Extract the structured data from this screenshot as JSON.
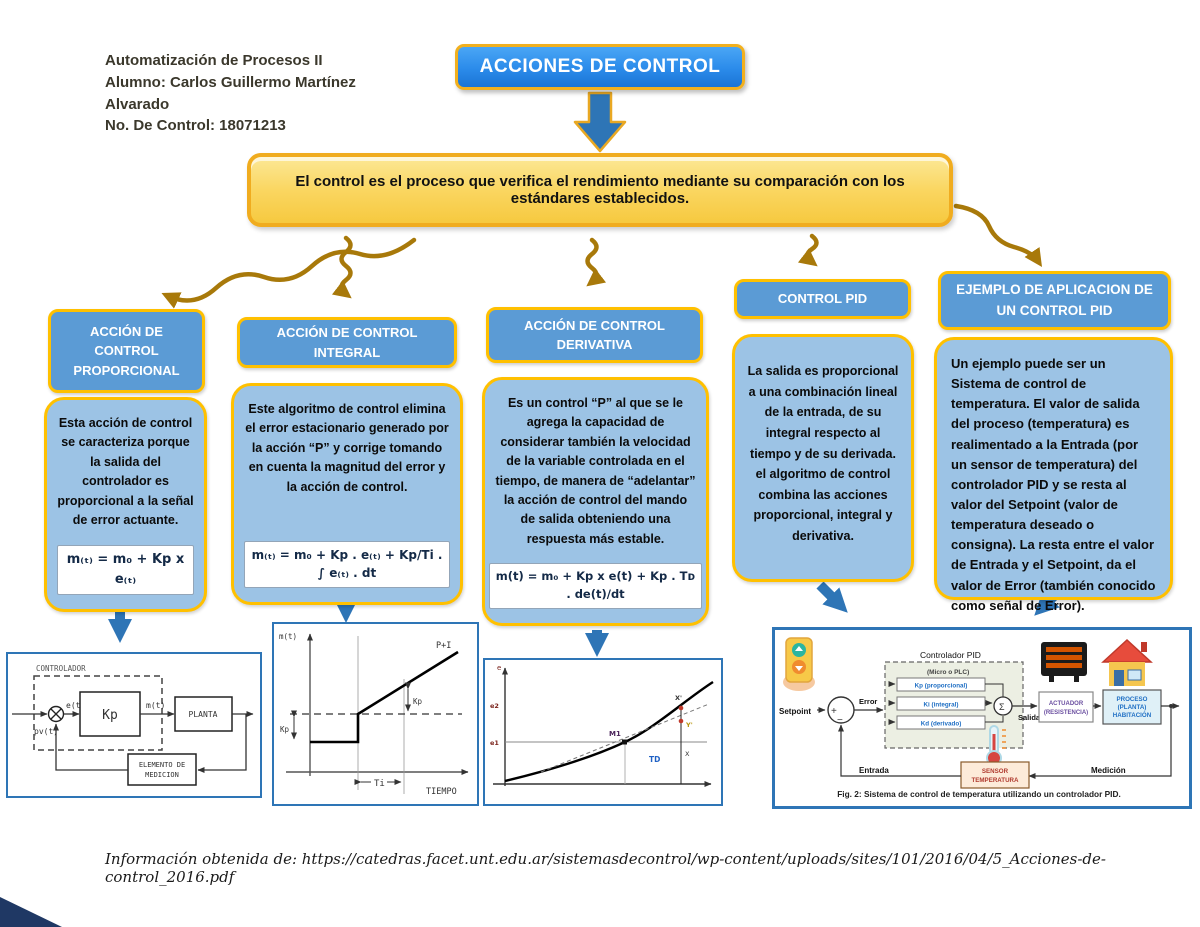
{
  "header": {
    "course": "Automatización de Procesos II",
    "student": "Alumno: Carlos Guillermo Martínez Alvarado",
    "control": "No. De Control: 18071213"
  },
  "title": "ACCIONES DE CONTROL",
  "definition": "El control es el proceso que verifica el rendimiento mediante su comparación con los estándares establecidos.",
  "branches": [
    {
      "title": "ACCIÓN DE CONTROL PROPORCIONAL",
      "body": "Esta acción de control se caracteriza porque la salida del controlador es proporcional a la señal de error actuante.",
      "formula": "m₍ₜ₎ = m₀ + Kp x e₍ₜ₎"
    },
    {
      "title": "ACCIÓN DE CONTROL INTEGRAL",
      "body": "Este algoritmo de control elimina el error estacionario generado por la acción “P” y corrige tomando en cuenta la magnitud del error y la acción de control.",
      "formula": "m₍ₜ₎ = m₀ + Kp . e₍ₜ₎ + Kp/Ti . ∫ e₍ₜ₎ . dt"
    },
    {
      "title": "ACCIÓN DE CONTROL DERIVATIVA",
      "body": "Es un control “P” al que se le agrega la capacidad de considerar también la velocidad de la variable controlada en el tiempo, de manera de “adelantar” la acción de control del mando de salida obteniendo una respuesta más estable.",
      "formula": "m(t) = m₀ + Kp x e(t) + Kp . Tᴅ . de(t)/dt"
    },
    {
      "title": "CONTROL PID",
      "body": "La salida es proporcional a una combinación lineal de la entrada, de su integral respecto al tiempo y de su derivada. el algoritmo de control combina las acciones proporcional, integral y derivativa."
    },
    {
      "title": "EJEMPLO DE APLICACION DE UN CONTROL PID",
      "body": "Un ejemplo puede ser un Sistema de control de temperatura. El valor de salida del proceso (temperatura) es realimentado a la Entrada (por un sensor de temperatura) del controlador PID y se resta al valor del Setpoint (valor de temperatura deseado o consigna). La resta entre el valor de Entrada y el Setpoint, da el valor de Error (también conocido como señal de Error)."
    }
  ],
  "d1": {
    "controlador": "CONTROLADOR",
    "e": "e(t)",
    "kp": "Kp",
    "m": "m(t)",
    "planta": "PLANTA",
    "med1": "ELEMENTO DE",
    "med2": "MEDICION",
    "pv": "pv(t)"
  },
  "d2": {
    "y": "m(t)",
    "pi": "P+I",
    "kp_left": "Kp",
    "kp_right": "Kp",
    "ti": "Ti",
    "x": "TIEMPO"
  },
  "d3": {
    "axis": "e",
    "e2": "e2",
    "e1": "e1",
    "m1": "M1",
    "xp": "X'",
    "yp": "Y'",
    "x": "X",
    "td": "TD"
  },
  "d4": {
    "setpoint": "Setpoint",
    "error": "Error",
    "ctrl_title": "Controlador PID",
    "ctrl_sub": "(Micro o PLC)",
    "kp": "Kp (proporcional)",
    "ki": "Ki (integral)",
    "kd": "Kd (derivado)",
    "sum": "Σ",
    "salida": "Salida",
    "act1": "ACTUADOR",
    "act2": "(RESISTENCIA)",
    "proc1": "PROCESO",
    "proc2": "(PLANTA)",
    "proc3": "HABITACIÓN",
    "sensor1": "SENSOR",
    "sensor2": "TEMPERATURA",
    "entrada": "Entrada",
    "medicion": "Medición",
    "caption": "Fig. 2: Sistema de control de temperatura utilizando un controlador PID."
  },
  "footer": {
    "source": "Información obtenida de: https://catedras.facet.unt.edu.ar/sistemasdecontrol/wp-content/uploads/sites/101/2016/04/5_Acciones-de-control_2016.pdf"
  },
  "colors": {
    "accent_gold": "#FFC000",
    "header_blue": "#5B9BD5",
    "body_blue": "#9CC3E5",
    "arrow_gold": "#A8790A",
    "arrow_blue": "#2E75B6",
    "yellow_fill": "#FAD661",
    "navy_corner": "#1F3864"
  }
}
